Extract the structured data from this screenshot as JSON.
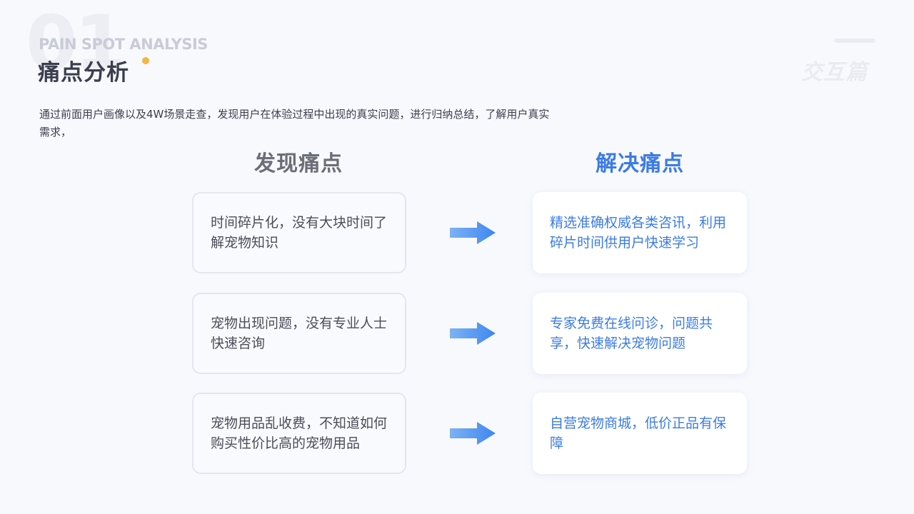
{
  "header": {
    "number": "01",
    "subtitle_en": "PAIN SPOT ANALYSIS",
    "title_cn": "痛点分析",
    "corner_label": "交互篇"
  },
  "intro": "通过前面用户画像以及4W场景走查，发现用户在体验过程中出现的真实问题，进行归纳总结，了解用户真实需求，",
  "columns": {
    "problems_heading": "发现痛点",
    "solutions_heading": "解决痛点"
  },
  "rows": [
    {
      "problem": "时间碎片化，没有大块时间了解宠物知识",
      "solution": "精选准确权威各类咨讯，利用碎片时间供用户快速学习"
    },
    {
      "problem": "宠物出现问题，没有专业人士快速咨询",
      "solution": "专家免费在线问诊，问题共享，快速解决宠物问题"
    },
    {
      "problem": "宠物用品乱收费，不知道如何购买性价比高的宠物用品",
      "solution": "自营宠物商城，低价正品有保障"
    }
  ],
  "colors": {
    "accent_blue": "#3b7be6",
    "dot_yellow": "#f5b53f",
    "title_dark": "#3b3e4e",
    "problem_text": "#4a4d59"
  },
  "icons": {
    "arrow": "arrow-right-icon"
  }
}
